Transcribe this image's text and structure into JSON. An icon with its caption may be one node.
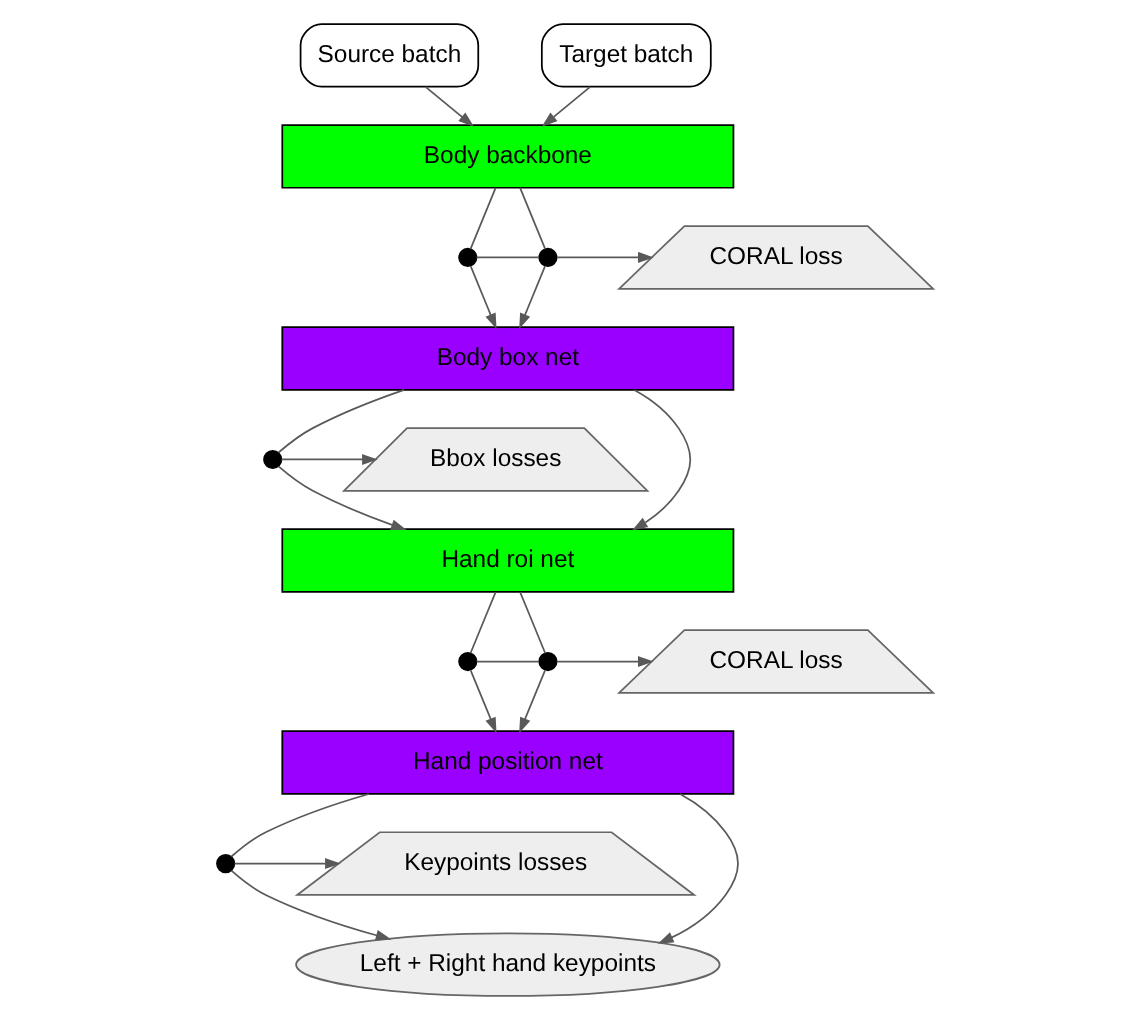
{
  "diagram": {
    "nodes": [
      {
        "text": [
          "Source batch"
        ]
      },
      {
        "text": [
          "Target batch"
        ]
      },
      {
        "text": [
          "Body backbone"
        ]
      },
      {
        "text": [],
        "shape": "circle"
      },
      {
        "text": [],
        "shape": "circle"
      },
      {
        "text": [
          "CORAL loss"
        ]
      },
      {
        "text": [
          "Body box net"
        ]
      },
      {
        "text": [
          "Bbox losses"
        ]
      },
      {
        "text": [],
        "shape": "circle"
      },
      {
        "text": [
          "Hand roi net"
        ]
      },
      {
        "text": [],
        "shape": "circle"
      },
      {
        "text": [],
        "shape": "circle"
      },
      {
        "text": [
          "CORAL loss"
        ]
      },
      {
        "text": [
          "Hand position net"
        ]
      },
      {
        "text": [
          "Keypoints losses"
        ]
      },
      {
        "text": [],
        "shape": "circle"
      },
      {
        "text": [
          "Left + Right hand keypoints"
        ]
      }
    ],
    "edges": [
      {
        "from": 0,
        "to": 2,
        "arrow": "to"
      },
      {
        "from": 1,
        "to": 2,
        "arrow": "to"
      },
      {
        "from": 2,
        "to": 3,
        "arrow": "none"
      },
      {
        "from": 2,
        "to": 4,
        "arrow": "none"
      },
      {
        "from": 3,
        "to": 6,
        "arrow": "to"
      },
      {
        "from": 4,
        "to": 6,
        "arrow": "to"
      },
      {
        "from": 3,
        "to": 4,
        "arrow": "none"
      },
      {
        "from": 4,
        "to": 5,
        "arrow": "to"
      },
      {
        "from": 6,
        "to": 8,
        "arrow": "none"
      },
      {
        "from": 8,
        "to": 9,
        "arrow": "to"
      },
      {
        "from": 8,
        "to": 7,
        "arrow": "to"
      },
      {
        "from": 6,
        "to": 9,
        "arrow": "to"
      },
      {
        "from": 9,
        "to": 10,
        "arrow": "none"
      },
      {
        "from": 9,
        "to": 11,
        "arrow": "none"
      },
      {
        "from": 10,
        "to": 13,
        "arrow": "to"
      },
      {
        "from": 11,
        "to": 13,
        "arrow": "to"
      },
      {
        "from": 10,
        "to": 11,
        "arrow": "none"
      },
      {
        "from": 11,
        "to": 12,
        "arrow": "to"
      },
      {
        "from": 13,
        "to": 15,
        "arrow": "none"
      },
      {
        "from": 15,
        "to": 14,
        "arrow": "to"
      },
      {
        "from": 15,
        "to": 16,
        "arrow": "to"
      },
      {
        "from": 13,
        "to": 16,
        "arrow": "to"
      }
    ]
  }
}
